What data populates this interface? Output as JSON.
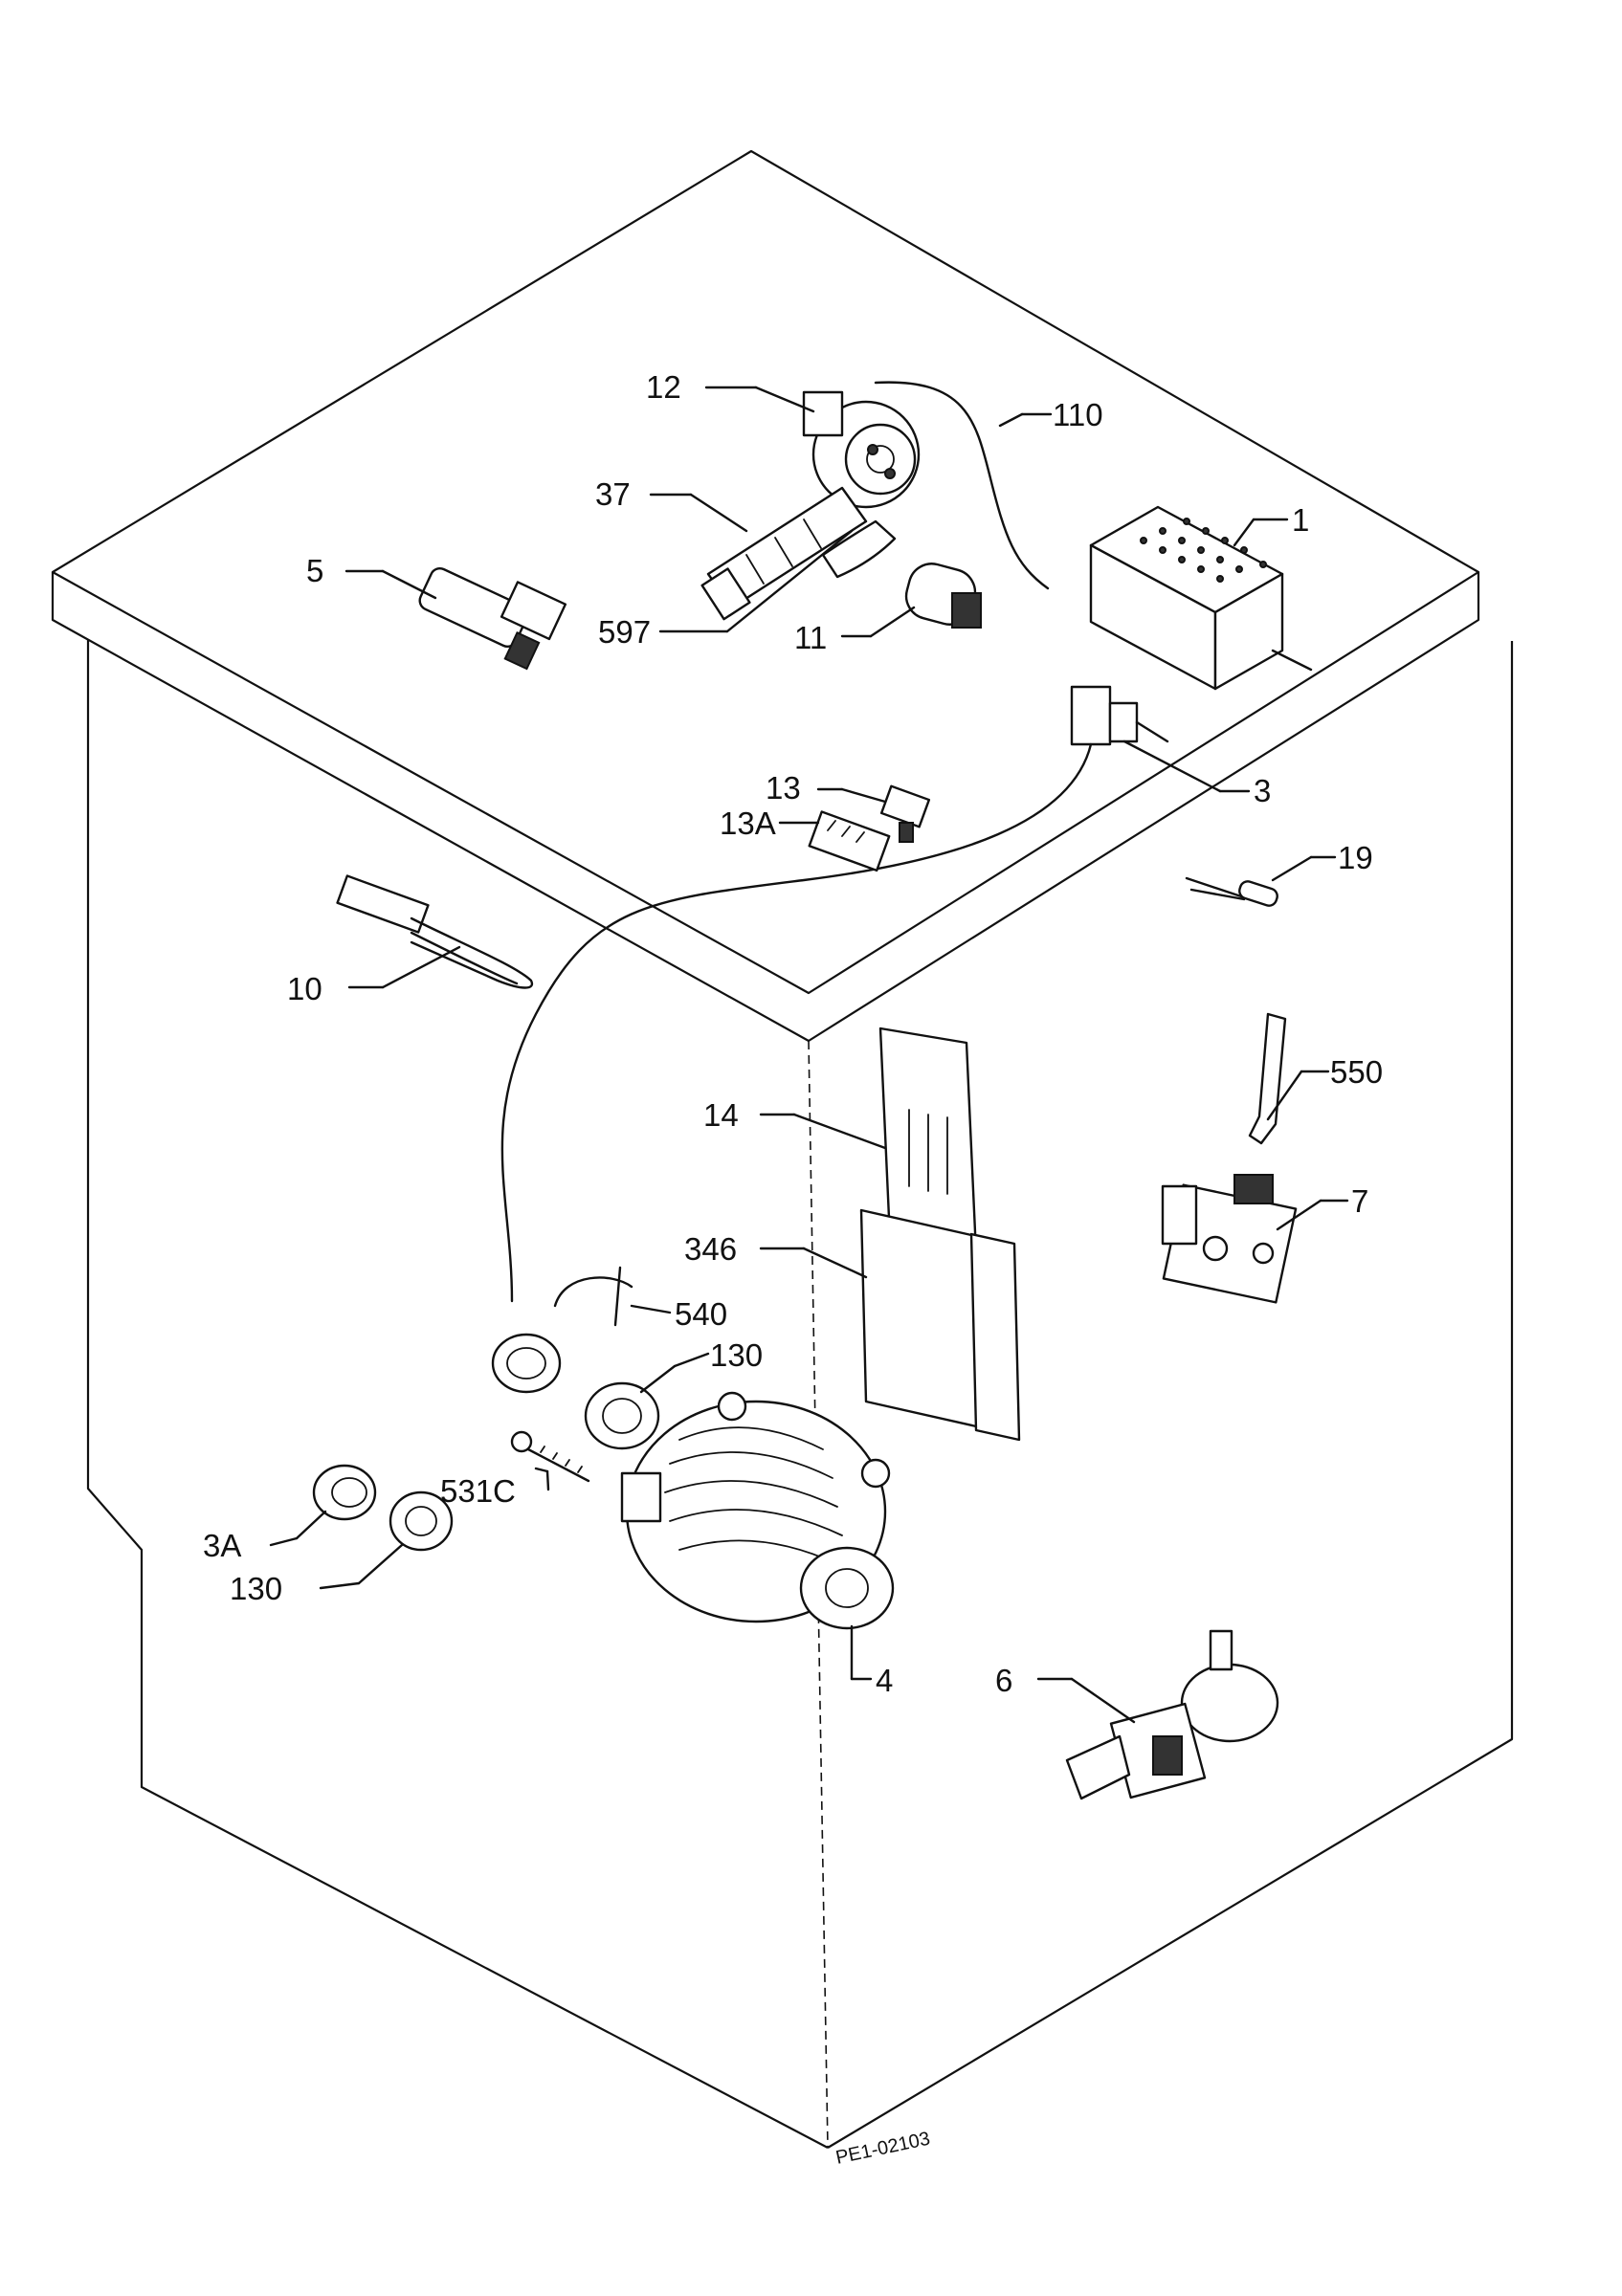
{
  "diagram": {
    "drawing_code": "PE1-02103",
    "parts": [
      {
        "id": "p1",
        "label": "1"
      },
      {
        "id": "p3",
        "label": "3"
      },
      {
        "id": "p3a",
        "label": "3A"
      },
      {
        "id": "p4",
        "label": "4"
      },
      {
        "id": "p5",
        "label": "5"
      },
      {
        "id": "p6",
        "label": "6"
      },
      {
        "id": "p7",
        "label": "7"
      },
      {
        "id": "p10",
        "label": "10"
      },
      {
        "id": "p11",
        "label": "11"
      },
      {
        "id": "p12",
        "label": "12"
      },
      {
        "id": "p13",
        "label": "13"
      },
      {
        "id": "p13a",
        "label": "13A"
      },
      {
        "id": "p14",
        "label": "14"
      },
      {
        "id": "p19",
        "label": "19"
      },
      {
        "id": "p37",
        "label": "37"
      },
      {
        "id": "p110",
        "label": "110"
      },
      {
        "id": "p130a",
        "label": "130"
      },
      {
        "id": "p130b",
        "label": "130"
      },
      {
        "id": "p346",
        "label": "346"
      },
      {
        "id": "p531c",
        "label": "531C"
      },
      {
        "id": "p540",
        "label": "540"
      },
      {
        "id": "p550",
        "label": "550"
      },
      {
        "id": "p597",
        "label": "597"
      }
    ]
  }
}
